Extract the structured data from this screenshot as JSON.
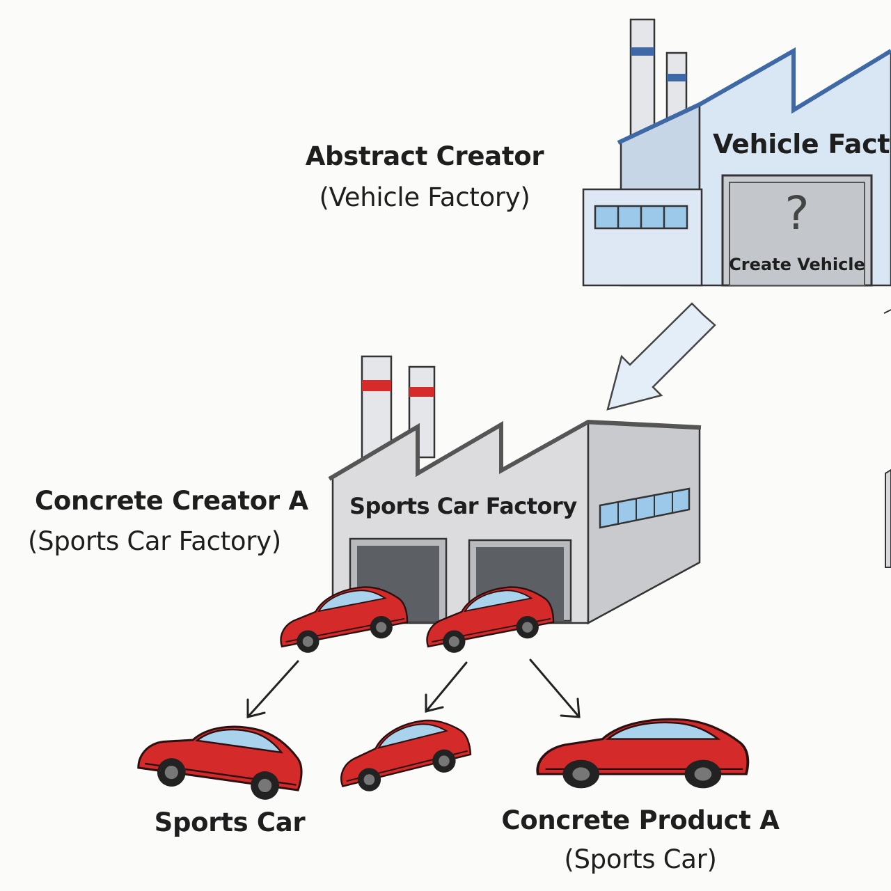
{
  "abstract_creator": {
    "title": "Abstract Creator",
    "subtitle": "(Vehicle Factory)"
  },
  "vehicle_factory": {
    "sign": "Vehicle Facto",
    "door_symbol": "?",
    "door_label": "Create Vehicle"
  },
  "concrete_creator": {
    "title": "Concrete Creator A",
    "subtitle": "(Sports Car Factory)"
  },
  "sports_factory": {
    "sign": "Sports Car Factory"
  },
  "products": {
    "left_label": "Sports Car",
    "right_title": "Concrete Product A",
    "right_subtitle": "(Sports Car)"
  },
  "colors": {
    "car_red": "#d42a2a",
    "car_window": "#a9d3ec",
    "factory_blue": "#d9e6f3",
    "factory_grey": "#d9d9db",
    "roof_blue": "#3e69a6",
    "stripe_red": "#d62b2b"
  }
}
